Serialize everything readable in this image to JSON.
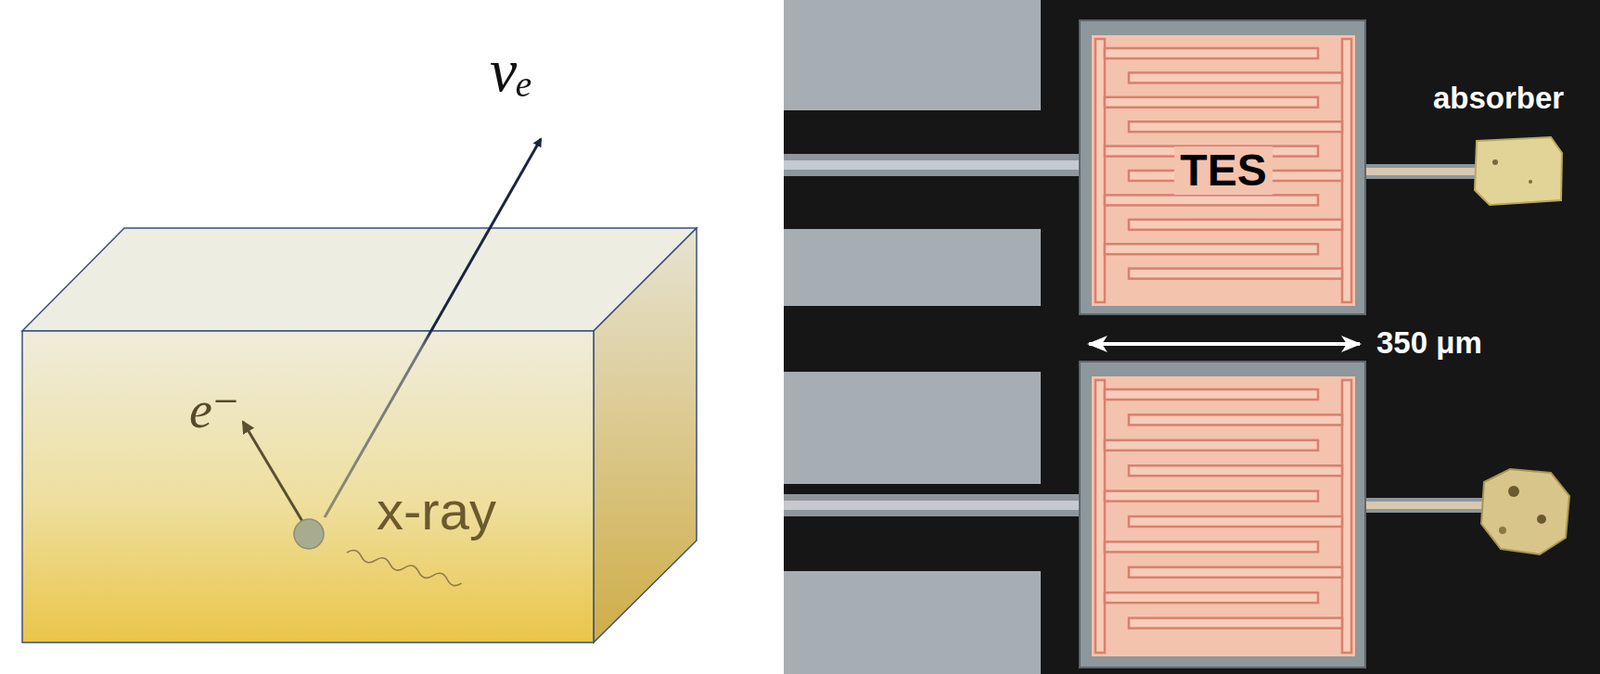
{
  "diagram": {
    "nodes": [
      {
        "text": [
          "e⁻",
          "x-ray"
        ]
      },
      {
        "text": [
          "TES"
        ]
      }
    ],
    "labels": [
      "νₑ",
      "absorber",
      "350 μm"
    ]
  }
}
